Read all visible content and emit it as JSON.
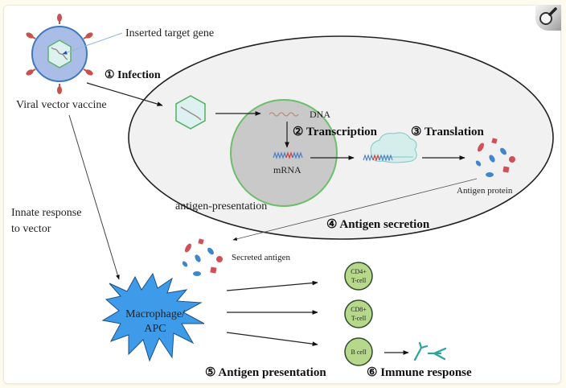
{
  "figure": {
    "virus_label": "Viral vector vaccine",
    "gene_label": "Inserted target gene",
    "step1": "① Infection",
    "dna_label": "DNA",
    "mrna_label": "mRNA",
    "step2": "② Transcription",
    "step3": "③ Translation",
    "antigen_protein_label": "Antigen protein",
    "antigen_presentation_label": "antigen-presentation",
    "step4": "④ Antigen secretion",
    "innate_line1": "Innate response",
    "innate_line2": "to vector",
    "secreted_label": "Secreted antigen",
    "apc_line1": "Macrophage/",
    "apc_line2": "APC",
    "cd4_line1": "CD4+",
    "cd4_line2": "T-cell",
    "cd8_line1": "CD8+",
    "cd8_line2": "T-cell",
    "bcell_label": "B cell",
    "step5": "⑤ Antigen presentation",
    "step6": "⑥ Immune response"
  },
  "controls": {
    "zoom_icon": "magnifier-icon"
  },
  "colors": {
    "virus_fill": "#a9bde6",
    "virus_stroke": "#3d78c0",
    "spike": "#c8504f",
    "capsid_fill": "#dcf1f0",
    "capsid_stroke": "#5bb36a",
    "cell_fill": "#f1f1f1",
    "nucleus_fill": "#c9c9c9",
    "nucleus_stroke": "#6cbf6a",
    "apc_fill": "#3d9be9",
    "lymph_fill": "#b5d88a",
    "antibody": "#2aa39a",
    "antigen_red": "#d0505a",
    "antigen_blue": "#3f86cc"
  }
}
